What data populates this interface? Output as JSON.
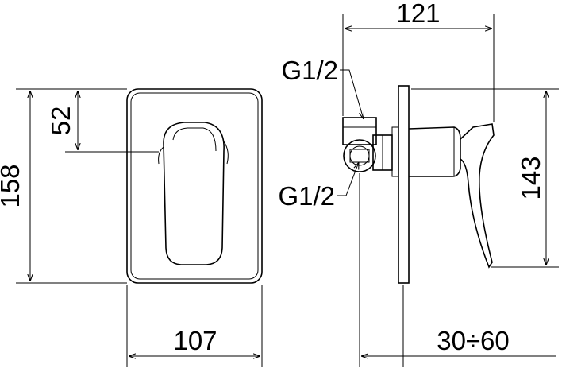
{
  "front_view": {
    "width_dim": "107",
    "height_dim": "158",
    "lever_offset_dim": "52"
  },
  "side_view": {
    "depth_dim": "121",
    "height_dim": "143",
    "wall_range_dim": "30÷60",
    "connection_top": "G1/2",
    "connection_bottom": "G1/2"
  }
}
